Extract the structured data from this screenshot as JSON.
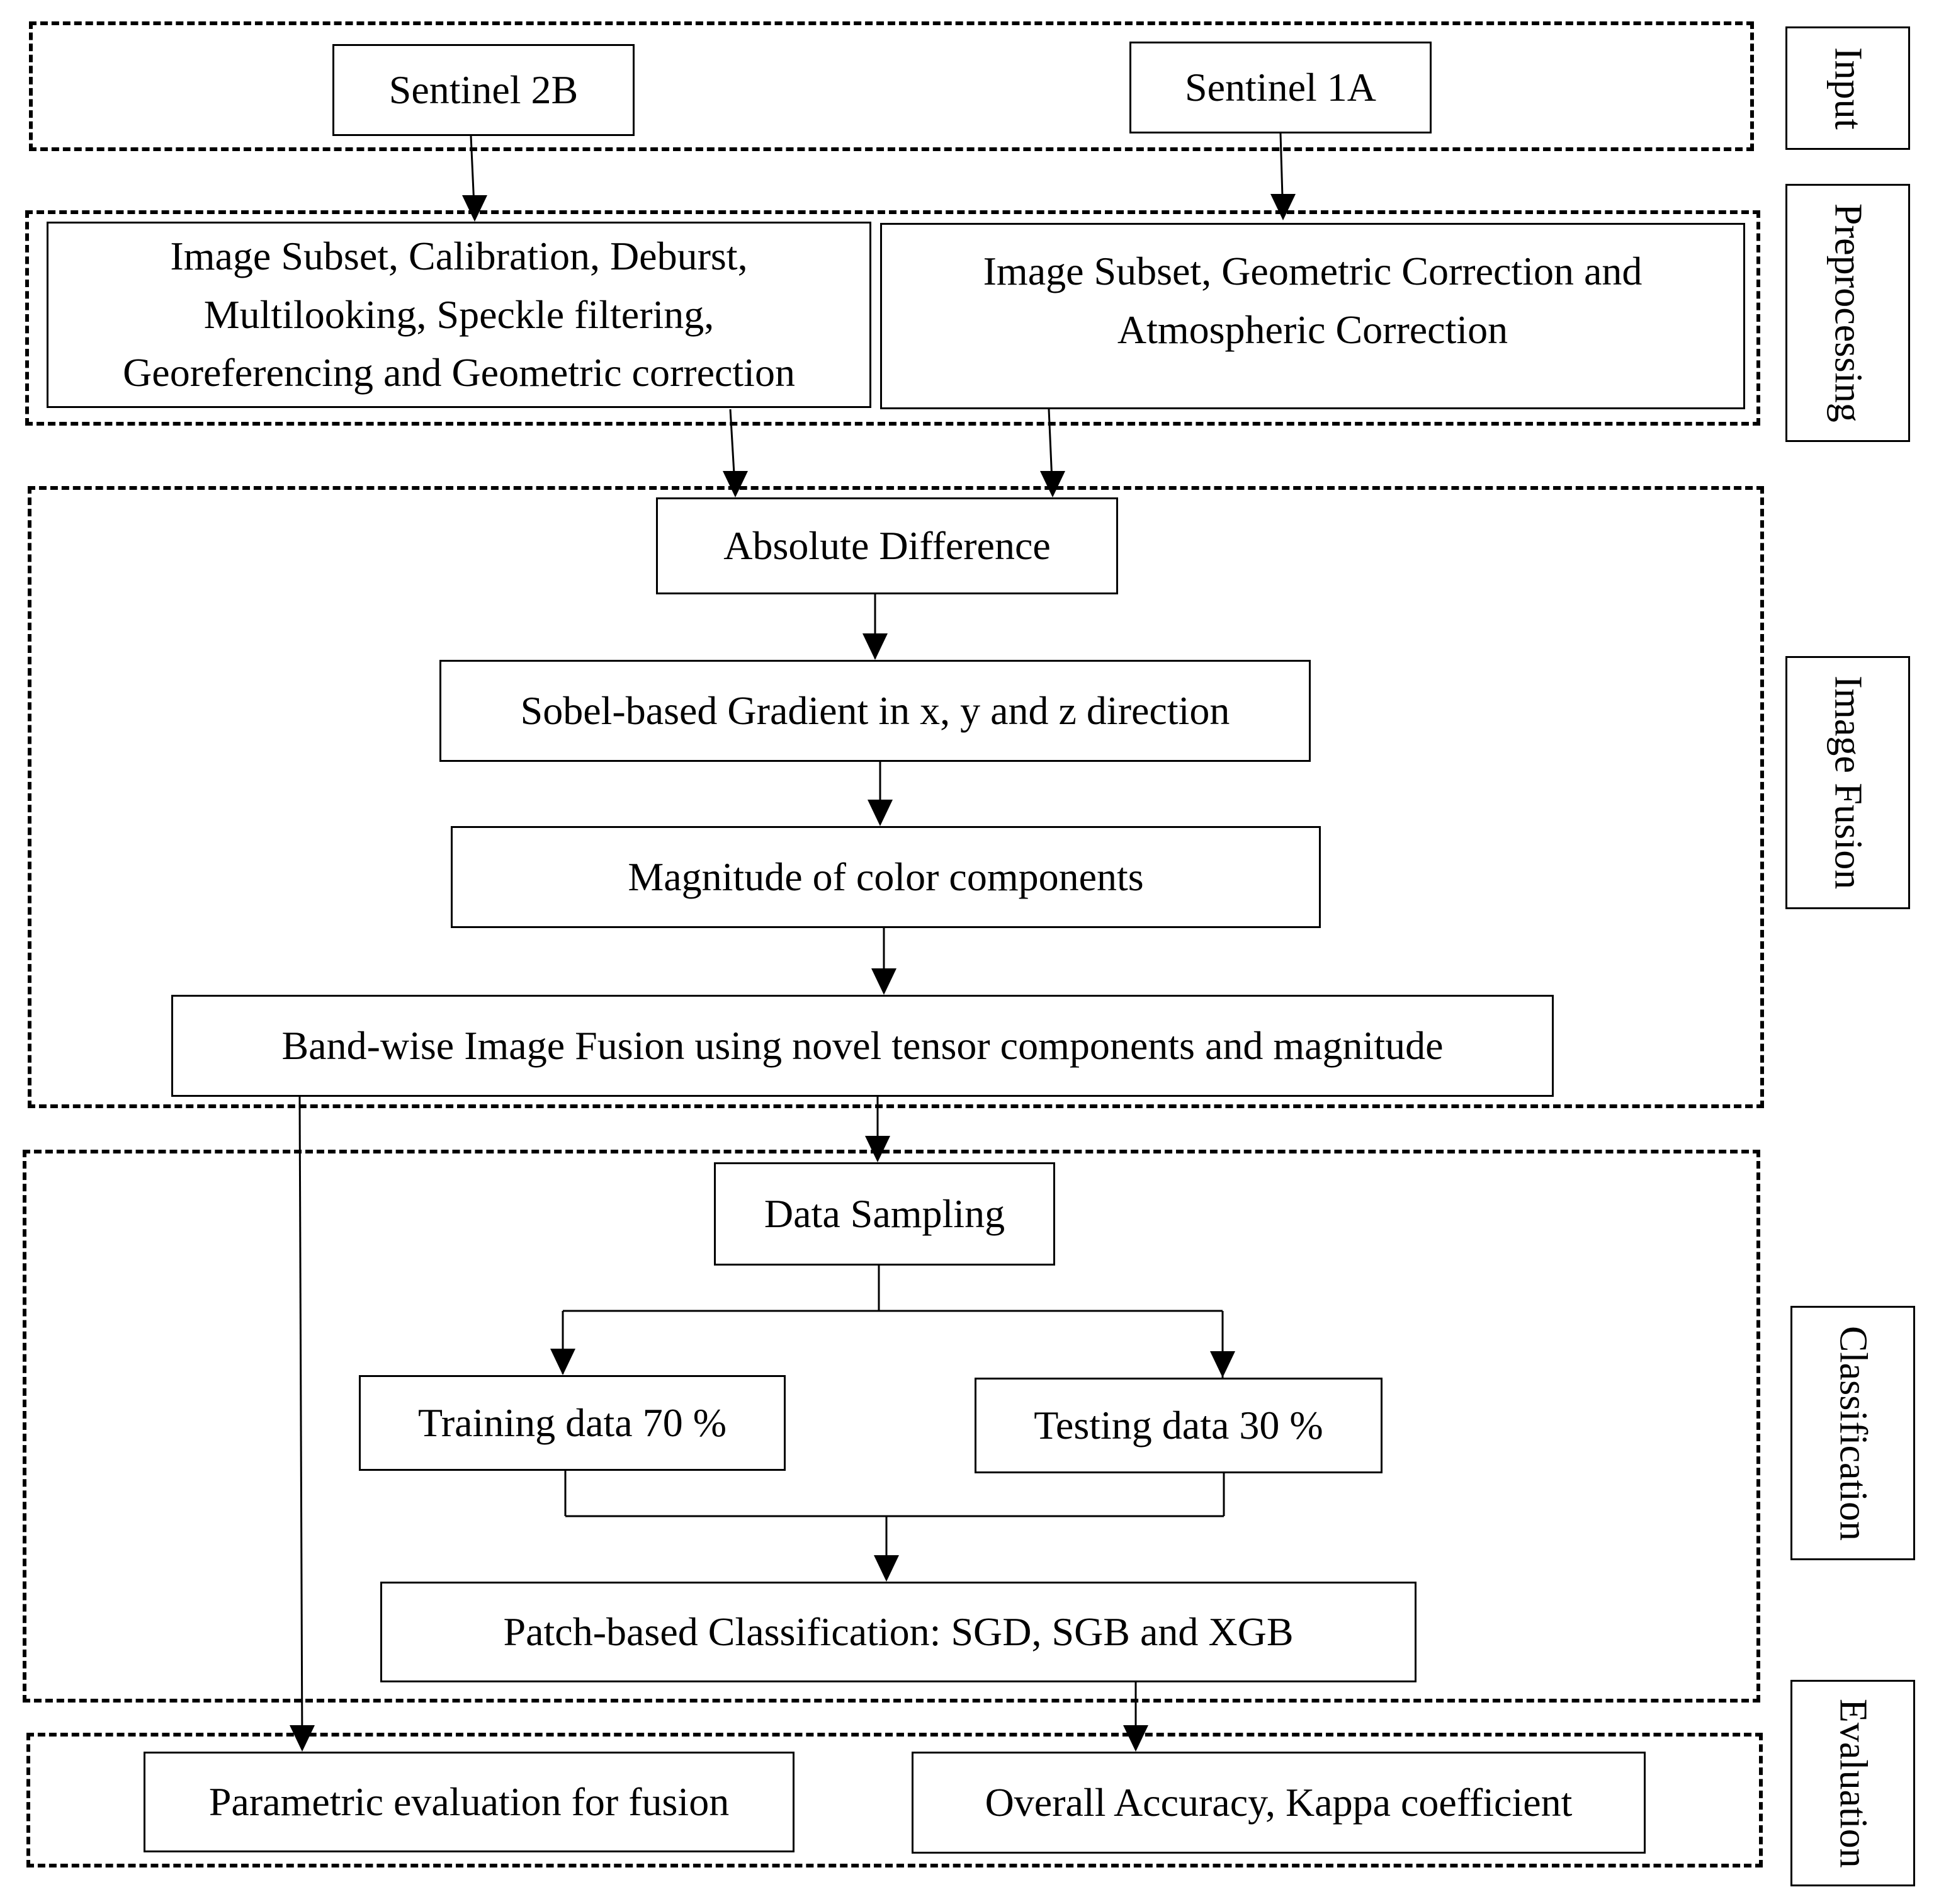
{
  "stages": {
    "input": "Input",
    "preprocessing": "Preprocessing",
    "image_fusion": "Image Fusion",
    "classification": "Classification",
    "evaluation": "Evaluation"
  },
  "nodes": {
    "sentinel_2b": "Sentinel 2B",
    "sentinel_1a": "Sentinel 1A",
    "preproc_left": "Image Subset, Calibration, Deburst,\nMultilooking, Speckle filtering,\nGeoreferencing and Geometric correction",
    "preproc_right": "Image Subset, Geometric Correction and\nAtmospheric Correction",
    "absolute_difference": "Absolute Difference",
    "sobel_gradient": "Sobel-based Gradient in x, y and z direction",
    "magnitude": "Magnitude of color components",
    "band_wise_fusion": "Band-wise Image Fusion using novel tensor components and magnitude",
    "data_sampling": "Data Sampling",
    "training_data": "Training data 70 %",
    "testing_data": "Testing data 30 %",
    "patch_classification": "Patch-based Classification: SGD, SGB and XGB",
    "parametric_evaluation": "Parametric evaluation for fusion",
    "overall_accuracy": "Overall Accuracy, Kappa coefficient"
  }
}
